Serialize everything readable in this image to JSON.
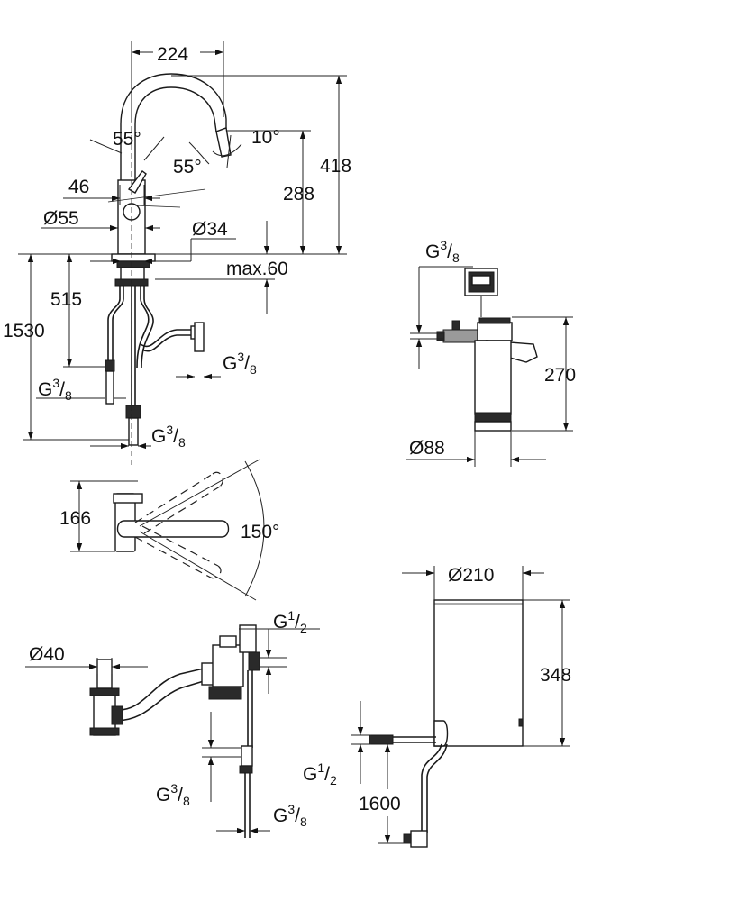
{
  "tap": {
    "spout_reach": "224",
    "height_total": "418",
    "height_spout": "288",
    "lever_angle_a": "55°",
    "lever_angle_b": "55°",
    "spout_angle": "10°",
    "lever_offset": "46",
    "base_diameter": "Ø55",
    "hole_diameter": "Ø34",
    "deck_thickness": "max.60",
    "hose_length": "515",
    "total_length": "1530",
    "thread_left_main": "G",
    "thread_left_sup": "3",
    "thread_left_sub": "8",
    "thread_right_main": "G",
    "thread_right_sup": "3",
    "thread_right_sub": "8",
    "thread_bottom_main": "G",
    "thread_bottom_sup": "3",
    "thread_bottom_sub": "8"
  },
  "filter": {
    "thread_main": "G",
    "thread_sup": "3",
    "thread_sub": "8",
    "height": "270",
    "diameter": "Ø88"
  },
  "top_view": {
    "depth": "166",
    "swivel_angle": "150°"
  },
  "valve": {
    "thread_top_main": "G",
    "thread_top_sup": "1",
    "thread_top_sub": "2",
    "trap_diameter": "Ø40",
    "thread_left_main": "G",
    "thread_left_sup": "3",
    "thread_left_sub": "8",
    "thread_right_main": "G",
    "thread_right_sup": "3",
    "thread_right_sub": "8"
  },
  "boiler": {
    "diameter": "Ø210",
    "height": "348",
    "thread_main": "G",
    "thread_sup": "1",
    "thread_sub": "2",
    "cable_length": "1600"
  }
}
